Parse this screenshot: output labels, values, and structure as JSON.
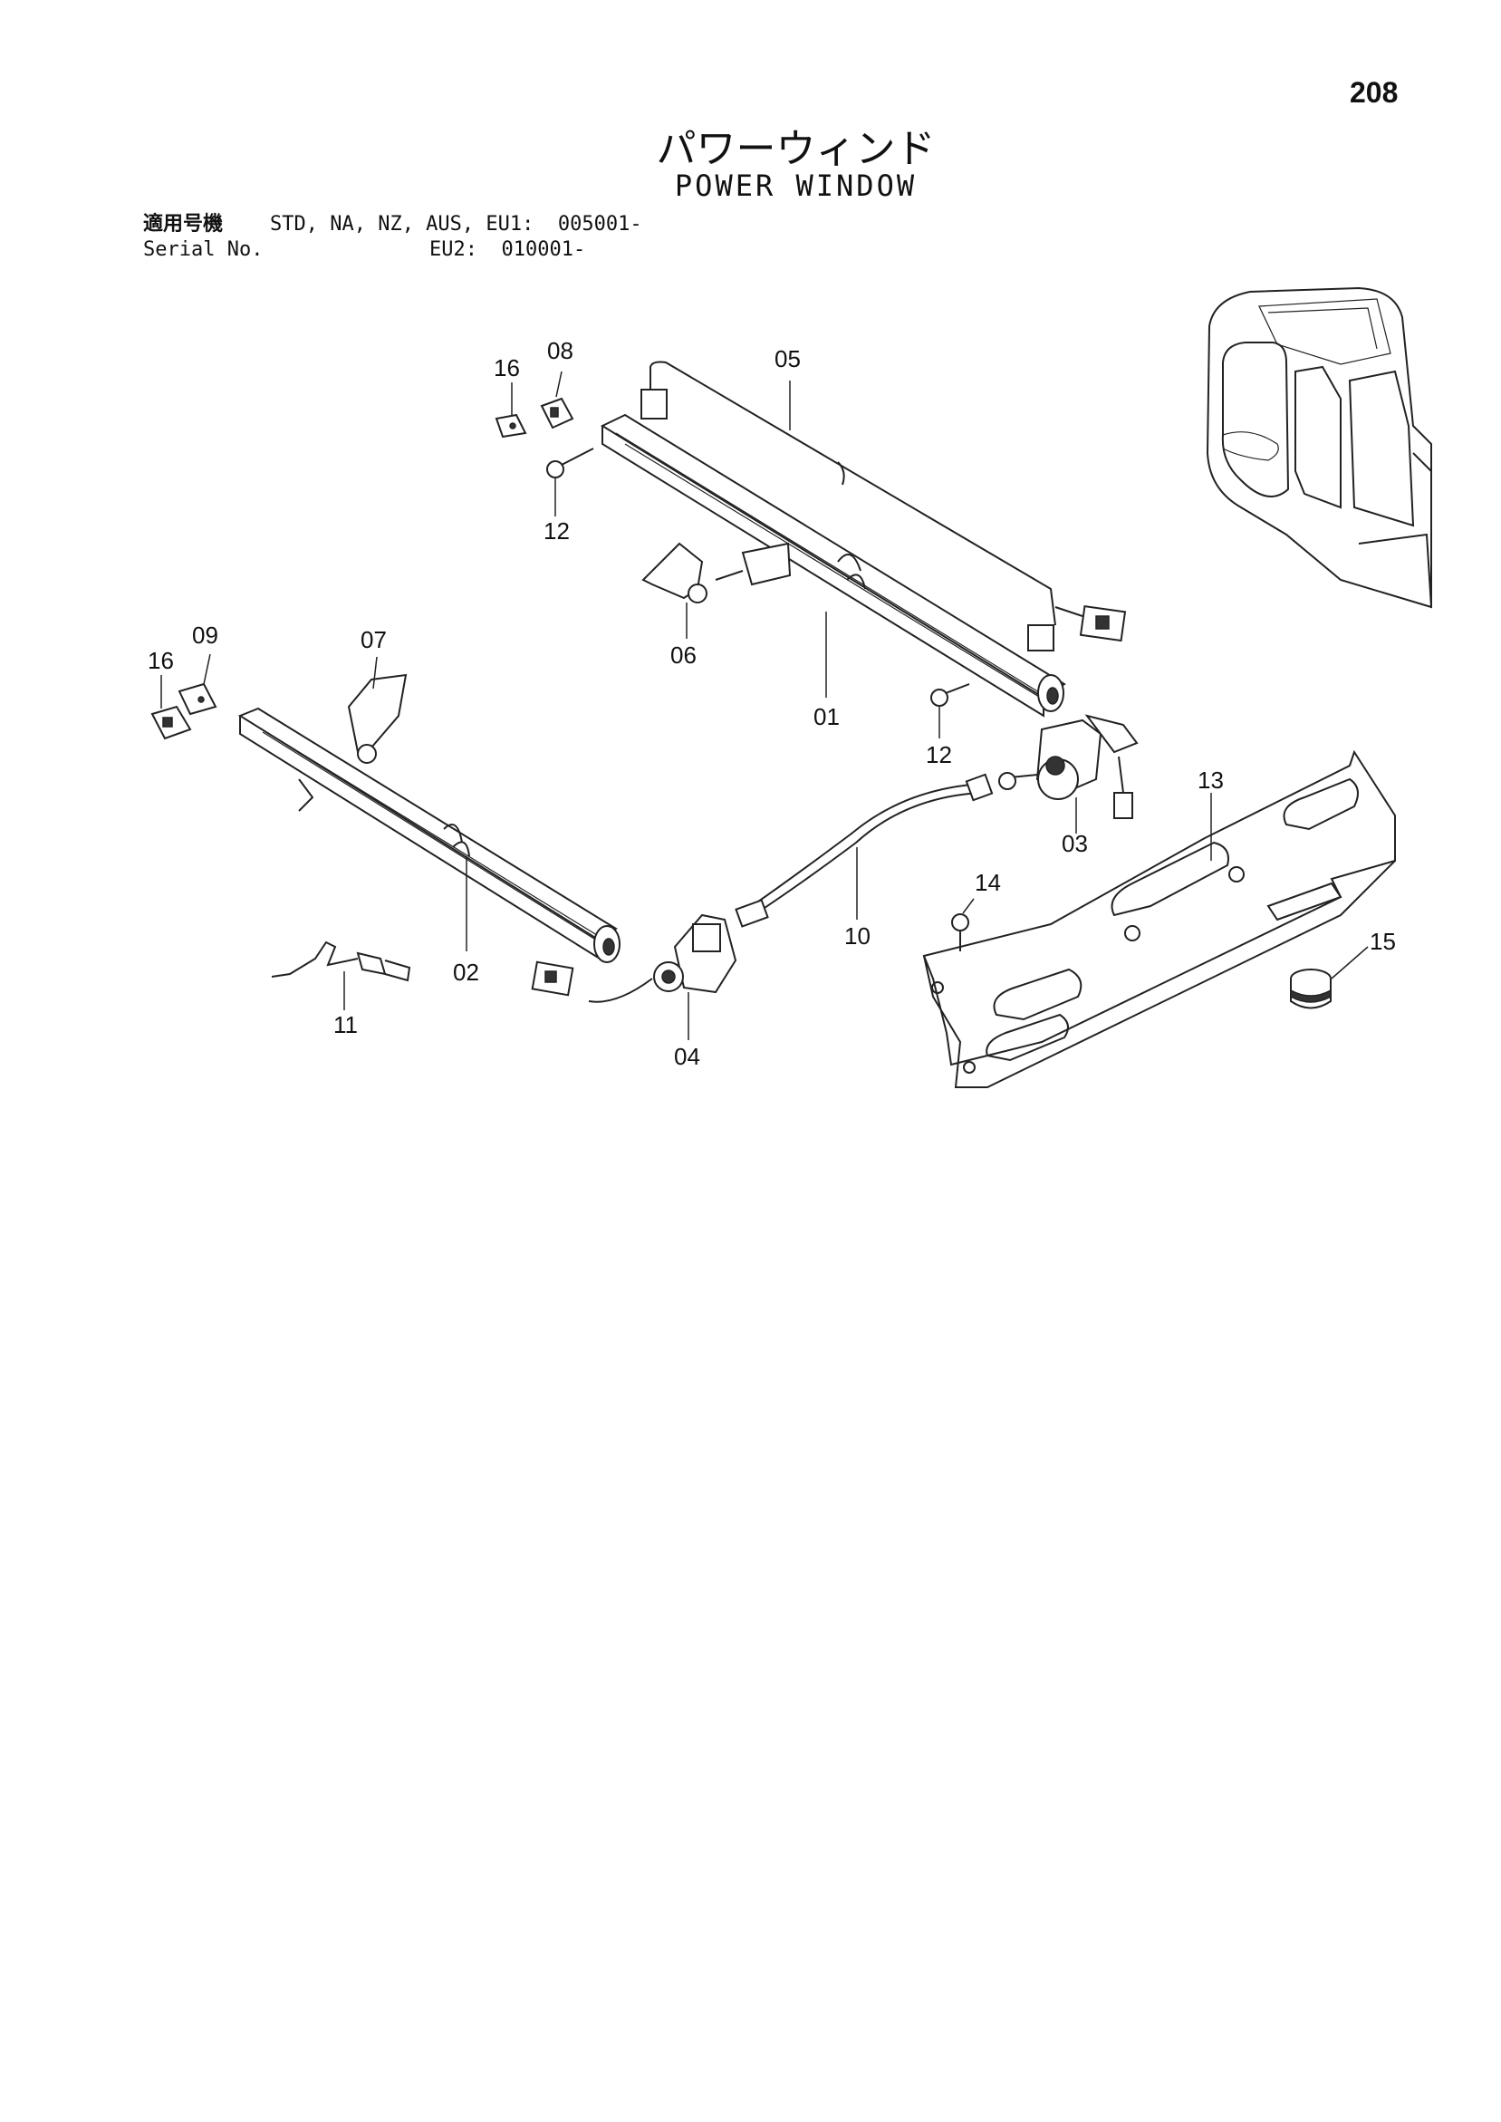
{
  "page_number": "208",
  "title_jp": "パワーウィンド",
  "title_en": "POWER WINDOW",
  "serial": {
    "label_jp": "適用号機",
    "label_en": "Serial No.",
    "line1": "STD, NA, NZ, AUS, EU1:  005001-",
    "line2": "EU2:  010001-"
  },
  "callouts": {
    "c01": "01",
    "c02": "02",
    "c03": "03",
    "c04": "04",
    "c05": "05",
    "c06": "06",
    "c07": "07",
    "c08": "08",
    "c09": "09",
    "c10": "10",
    "c11": "11",
    "c12a": "12",
    "c12b": "12",
    "c13": "13",
    "c14": "14",
    "c15": "15",
    "c16a": "16",
    "c16b": "16"
  }
}
